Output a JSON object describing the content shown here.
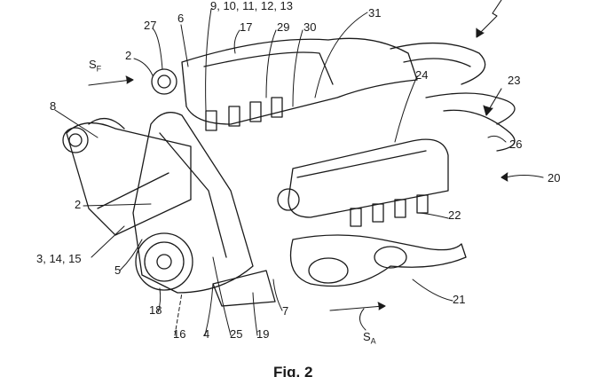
{
  "figure": {
    "caption": "Fig. 2",
    "labels": {
      "l_9_13": "9, 10, 11, 12, 13",
      "l27": "27",
      "l6": "6",
      "l17": "17",
      "l29": "29",
      "l30": "30",
      "l31": "31",
      "l2a": "2",
      "l2b": "2",
      "l8": "8",
      "l24": "24",
      "l23": "23",
      "l26": "26",
      "l20": "20",
      "l22": "22",
      "l3_14_15": "3, 14, 15",
      "l5": "5",
      "l21": "21",
      "l18": "18",
      "l16": "16",
      "l4": "4",
      "l25": "25",
      "l19": "19",
      "l7": "7",
      "sf_main": "S",
      "sf_sub": "F",
      "sa_main": "S",
      "sa_sub": "A"
    }
  }
}
